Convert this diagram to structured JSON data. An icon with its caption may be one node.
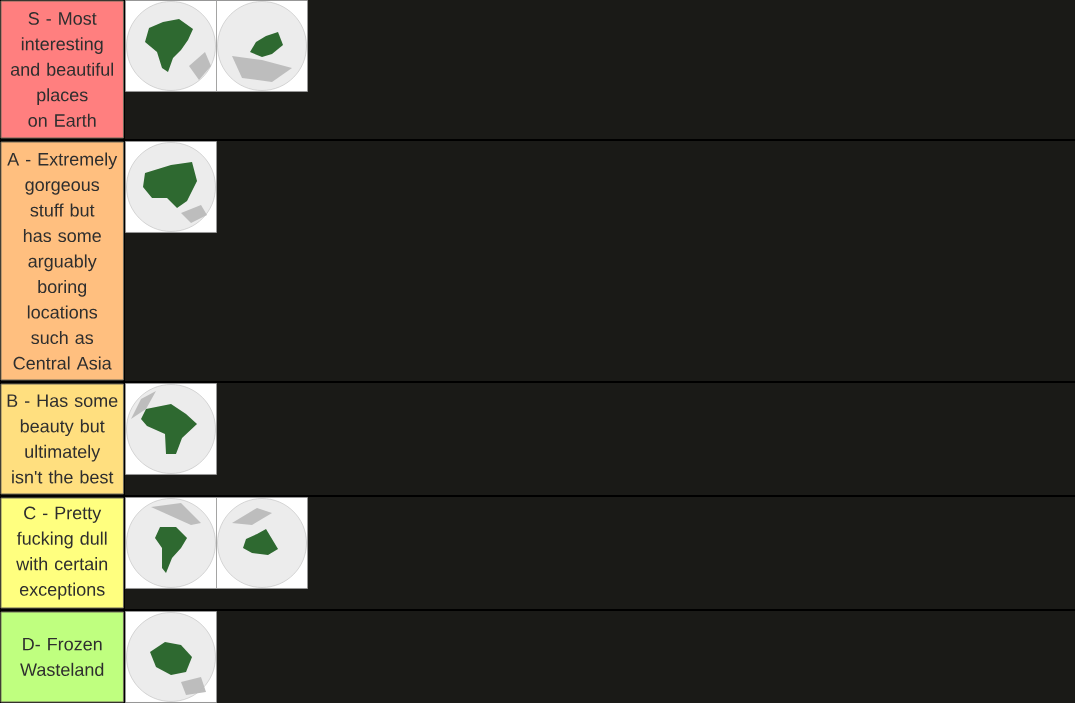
{
  "diagram": {
    "nodes": [
      {
        "text": [
          "S - Most interesting and beautiful places on Earth"
        ]
      },
      {
        "text": [],
        "shape": "band"
      },
      {
        "text": [],
        "shape": "picture",
        "in": 1
      },
      {
        "text": [],
        "shape": "picture",
        "in": 1
      },
      {
        "text": [
          "A - Extremely gorgeous stuff but has some arguably boring locations such as Central Asia"
        ]
      },
      {
        "text": [],
        "shape": "band"
      },
      {
        "text": [],
        "shape": "picture",
        "in": 5
      },
      {
        "text": [
          "B - Has some beauty but ultimately isn't the best"
        ]
      },
      {
        "text": [],
        "shape": "band"
      },
      {
        "text": [],
        "shape": "picture",
        "in": 8
      },
      {
        "text": [
          "C - Pretty fucking dull with certain exceptions"
        ]
      },
      {
        "text": [],
        "shape": "band"
      },
      {
        "text": [],
        "shape": "picture",
        "in": 11
      },
      {
        "text": [],
        "shape": "picture",
        "in": 11
      },
      {
        "text": [
          "D- Frozen Wasteland"
        ]
      },
      {
        "text": [],
        "shape": "band"
      },
      {
        "text": [],
        "shape": "picture",
        "in": 15
      }
    ]
  }
}
